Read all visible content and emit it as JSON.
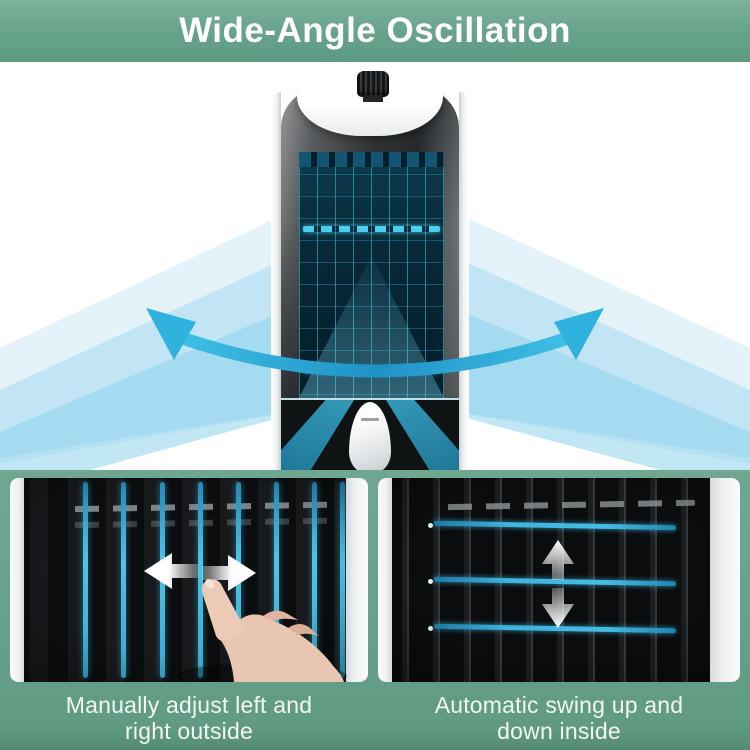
{
  "banner": {
    "title": "Wide-Angle Oscillation",
    "background_color": "#68a28b",
    "text_color": "#ffffff"
  },
  "hero": {
    "background_color": "#ffffff",
    "airflow_color": "#a9def0",
    "oscillation_arrow_color": "#2aa7d6",
    "product": "tower air cooler with illuminated grille"
  },
  "panels": {
    "left": {
      "caption_line1": "Manually adjust left and",
      "caption_line2": "right outside",
      "overlay_icons": [
        "horizontal-double-arrow",
        "pointing-hand"
      ],
      "accent_color": "#4fc3e6"
    },
    "right": {
      "caption_line1": "Automatic swing up and",
      "caption_line2": "down inside",
      "overlay_icons": [
        "up-arrow",
        "down-arrow"
      ],
      "accent_color": "#3fb2de"
    }
  },
  "section_colors": {
    "bottom_green": "#68a18a",
    "grille_glow": "#47d0ee",
    "caption_text": "#f3f7f4"
  },
  "icons": {
    "oscillation_arc": "curved-double-headed-arrow",
    "left_right_arrows": "white left and right arrows",
    "up_down_arrows": "white up and down arrows",
    "hand": "hand with pointing index finger"
  }
}
